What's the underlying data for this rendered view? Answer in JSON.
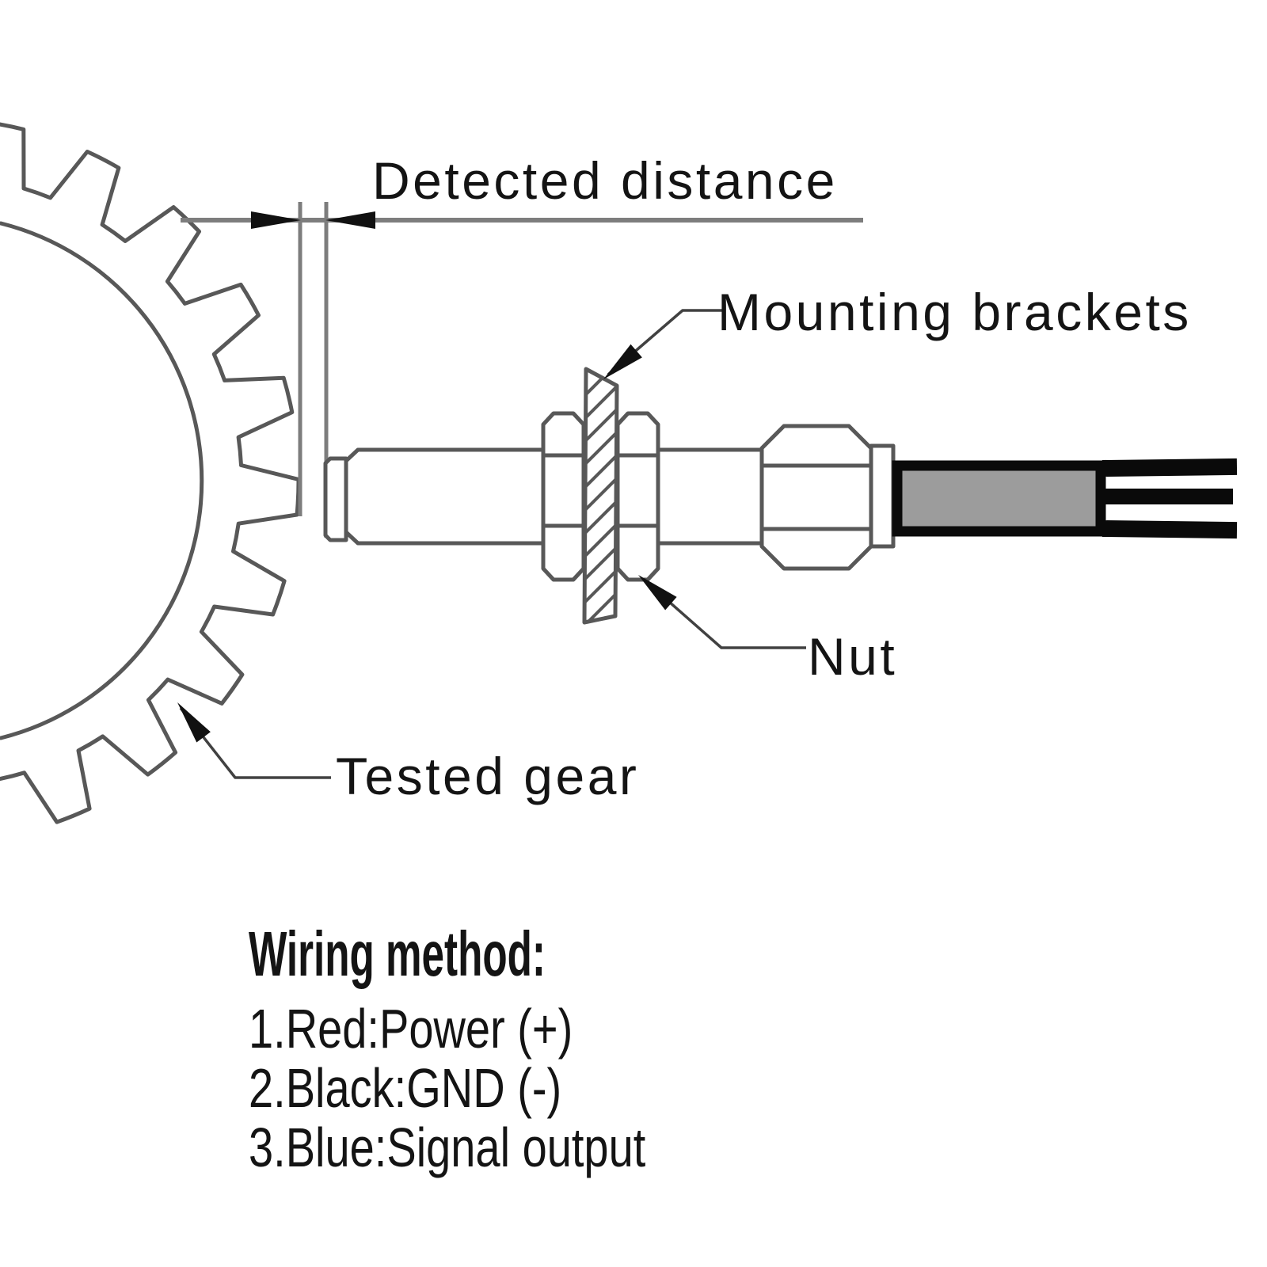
{
  "diagram": {
    "labels": {
      "detected_distance": "Detected distance",
      "mounting_brackets": "Mounting brackets",
      "nut": "Nut",
      "tested_gear": "Tested gear"
    },
    "wiring": {
      "title": "Wiring method:",
      "items": [
        "1.Red:Power (+)",
        "2.Black:GND (-)",
        "3.Blue:Signal output"
      ]
    },
    "colors": {
      "background": "#ffffff",
      "line": "#585858",
      "dimension_line": "#7d7d7d",
      "leader_line": "#414141",
      "arrowhead": "#111111",
      "text": "#141414",
      "cable_fill": "#9c9c9c",
      "cable_outline": "#0a0a0a"
    }
  }
}
